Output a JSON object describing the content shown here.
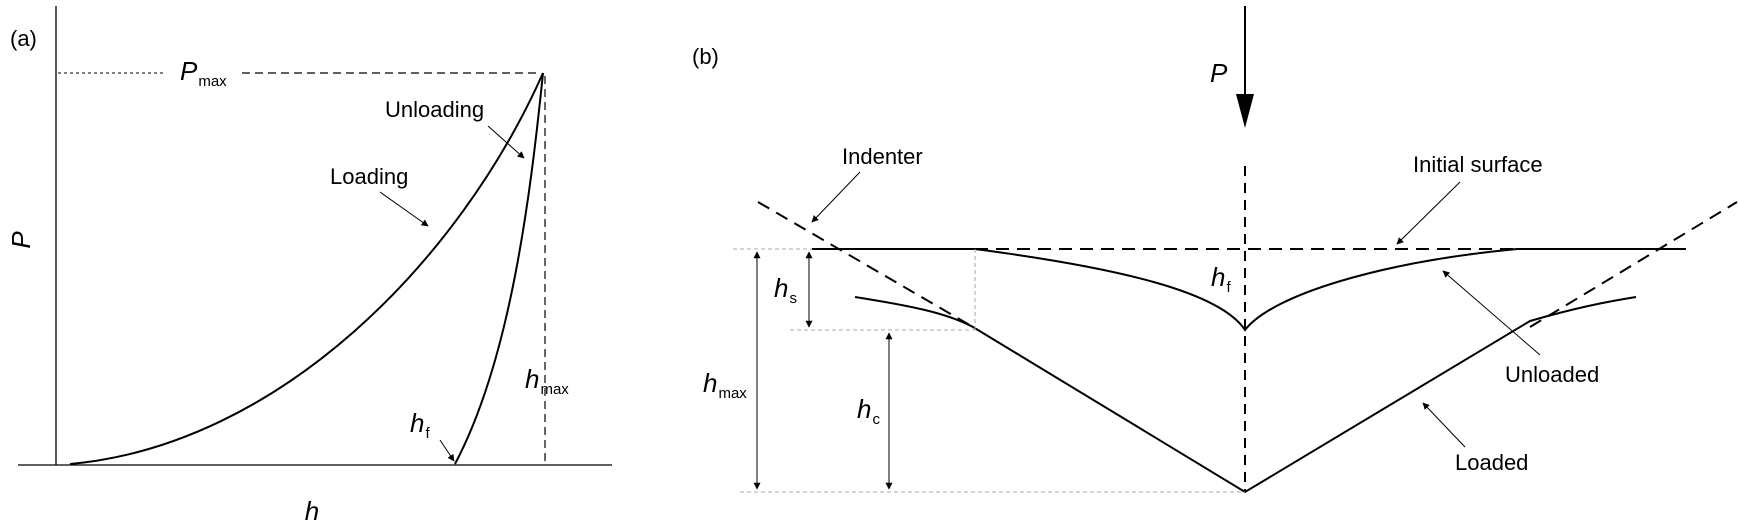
{
  "panel_a": {
    "label": "(a)",
    "y_axis": "P",
    "x_axis": "h",
    "pmax": {
      "main": "P",
      "sub": "max"
    },
    "hmax": {
      "main": "h",
      "sub": "max"
    },
    "hf": {
      "main": "h",
      "sub": "f"
    },
    "loading": "Loading",
    "unloading": "Unloading"
  },
  "panel_b": {
    "label": "(b)",
    "force": "P",
    "indenter": "Indenter",
    "initial_surface": "Initial surface",
    "unloaded": "Unloaded",
    "loaded": "Loaded",
    "hs": {
      "main": "h",
      "sub": "s"
    },
    "hc": {
      "main": "h",
      "sub": "c"
    },
    "hf": {
      "main": "h",
      "sub": "f"
    },
    "hmax": {
      "main": "h",
      "sub": "max"
    }
  },
  "colors": {
    "line": "#000000",
    "guide": "#bbbbbb"
  }
}
